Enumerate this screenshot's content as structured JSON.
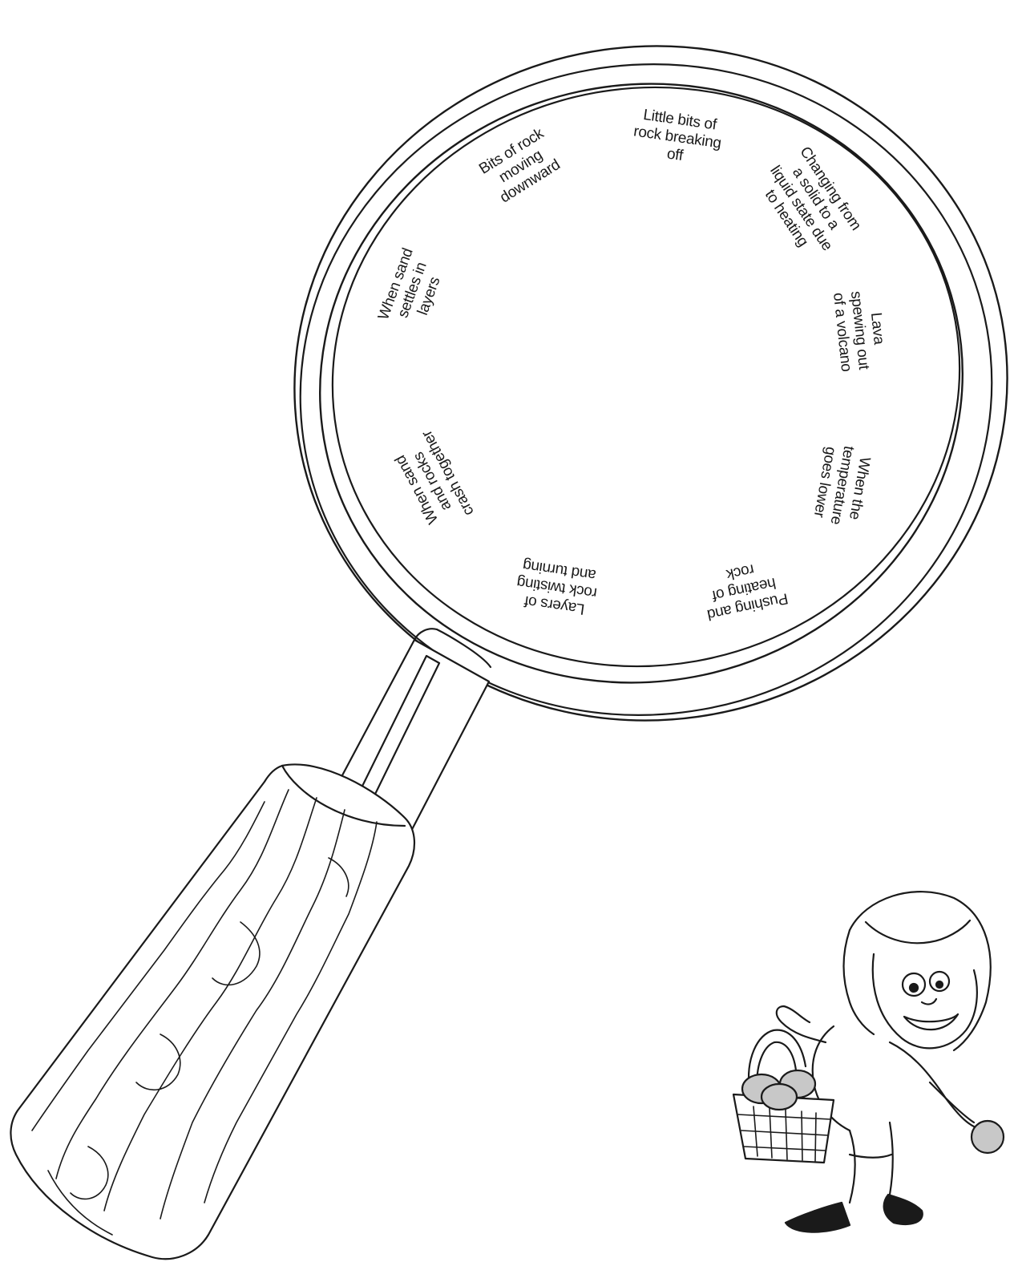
{
  "lens": {
    "labels": [
      {
        "id": "little-bits",
        "text": "Little bits of\nrock breaking\noff"
      },
      {
        "id": "changing-solid-liquid",
        "text": "Changing from\na solid to a\nliquid state due\nto heating"
      },
      {
        "id": "lava-volcano",
        "text": "Lava\nspewing out\nof a volcano"
      },
      {
        "id": "temperature-lower",
        "text": "When the\ntemperature\ngoes lower"
      },
      {
        "id": "pushing-heating",
        "text": "Pushing and\nheating of\nrock"
      },
      {
        "id": "layers-twisting",
        "text": "Layers of\nrock twisting\nand turning"
      },
      {
        "id": "sand-rocks-crash",
        "text": "When sand\nand rocks\ncrash together"
      },
      {
        "id": "sand-settles",
        "text": "When sand\nsettles in\nlayers"
      },
      {
        "id": "rock-moving-downward",
        "text": "Bits of rock\nmoving\ndownward"
      }
    ]
  },
  "colors": {
    "line": "#1a1a1a",
    "paper": "#ffffff",
    "rock": "#c8c8c8"
  }
}
